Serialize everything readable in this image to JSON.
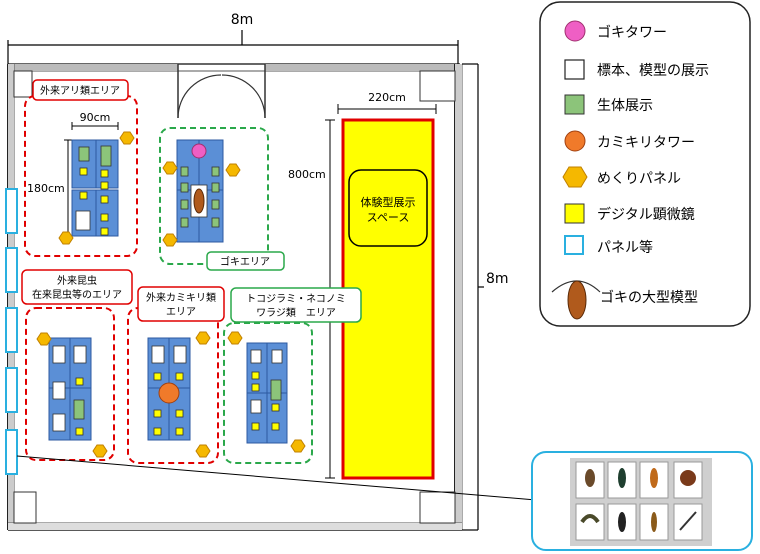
{
  "dimensions": {
    "top_width": "8m",
    "right_depth": "8m",
    "stage_width": "220cm",
    "stage_depth": "800cm",
    "ant_table_width": "90cm",
    "ant_table_depth": "180cm"
  },
  "areas": {
    "ant": "外来アリ類エリア",
    "cockroach": "ゴキエリア",
    "insect_line1": "外来昆虫",
    "insect_line2": "在来昆虫等のエリア",
    "longhorn_line1": "外来カミキリ類",
    "longhorn_line2": "エリア",
    "pillbug_line1": "トコジラミ・ネコノミ",
    "pillbug_line2": "ワラジ類　エリア",
    "stage_line1": "体験型展示",
    "stage_line2": "スペース"
  },
  "legend": {
    "items": [
      {
        "icon": "pink-circle-icon",
        "label": "ゴキタワー"
      },
      {
        "icon": "white-square-icon",
        "label": "標本、模型の展示"
      },
      {
        "icon": "green-square-icon",
        "label": "生体展示"
      },
      {
        "icon": "orange-circle-icon",
        "label": "カミキリタワー"
      },
      {
        "icon": "yellow-hexagon-icon",
        "label": "めくりパネル"
      },
      {
        "icon": "yellow-square-icon",
        "label": "デジタル顕微鏡"
      },
      {
        "icon": "cyan-outline-icon",
        "label": "パネル等"
      },
      {
        "icon": "brown-oval-icon",
        "label": "ゴキの大型模型"
      }
    ]
  },
  "colors": {
    "red_dash": "#e00000",
    "green_dash": "#2aa84a",
    "table_blue": "#5b8fd6",
    "live_green": "#8cc47a",
    "yellow": "#ffff00",
    "orange": "#f07a2a",
    "pink": "#ef5fc4",
    "panel_cyan": "#2ab0e0",
    "brown": "#b05a1c"
  }
}
